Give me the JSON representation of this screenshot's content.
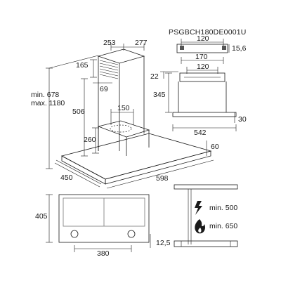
{
  "model_code": "PSGBCH180DE0001U",
  "dims": {
    "d253": "253",
    "d277": "277",
    "d165": "165",
    "d69": "69",
    "d678": "min. 678",
    "d1180": "max. 1180",
    "d506": "506",
    "d150": "150",
    "d260": "260",
    "d450": "450",
    "d598": "598",
    "d60": "60",
    "d120a": "120",
    "d15_6": "15,6",
    "d170": "170",
    "d120b": "120",
    "d22": "22",
    "d345": "345",
    "d542": "542",
    "d30": "30",
    "d405": "405",
    "d380": "380",
    "d12_5": "12,5",
    "min500": "min. 500",
    "min650": "min. 650"
  },
  "icons": [
    "electric-hob-icon",
    "gas-hob-icon"
  ]
}
